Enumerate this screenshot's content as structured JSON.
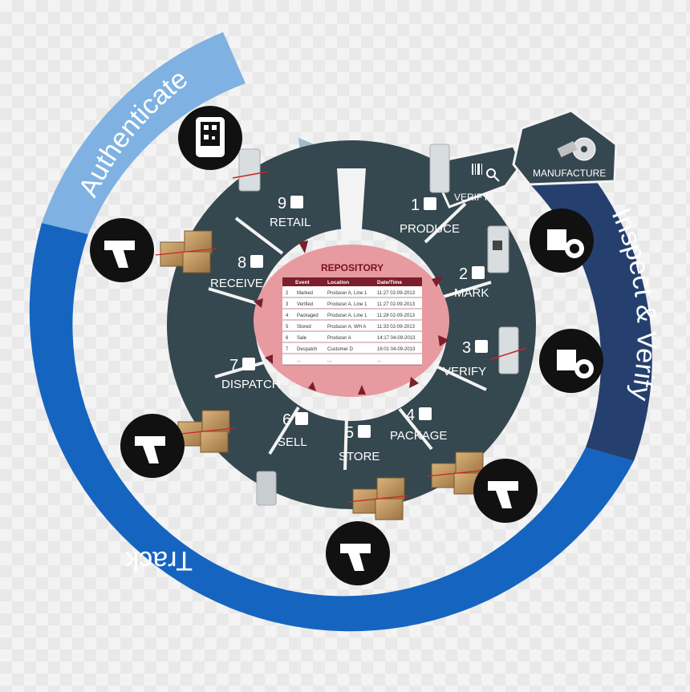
{
  "outer_ring": {
    "authenticate_label": "Authenticate",
    "inspect_label": "Inspect & Verify",
    "track_label": "Track",
    "colors": {
      "authenticate": "#7fb2e2",
      "inspect": "#25406f",
      "track": "#1565c0",
      "segment": "#35474f",
      "repository": "#e79aa0",
      "arrow": "#7a1f2b",
      "flow_ring": "#9fbcca"
    }
  },
  "segments": [
    {
      "num": "1",
      "label": "PRODUCE",
      "icon": "factory-icon"
    },
    {
      "num": "2",
      "label": "MARK",
      "icon": "barcode-icon"
    },
    {
      "num": "3",
      "label": "VERIFY",
      "icon": "barcode-magnifier-icon"
    },
    {
      "num": "4",
      "label": "PACKAGE",
      "icon": "package-icon"
    },
    {
      "num": "5",
      "label": "STORE",
      "icon": "warehouse-icon"
    },
    {
      "num": "6",
      "label": "SELL",
      "icon": "handshake-icon"
    },
    {
      "num": "7",
      "label": "DISPATCH",
      "icon": "truck-icon"
    },
    {
      "num": "8",
      "label": "RECEIVE",
      "icon": "warehouse-icon"
    },
    {
      "num": "9",
      "label": "RETAIL",
      "icon": "cart-icon"
    }
  ],
  "banners": {
    "verify_label": "VERIFY",
    "manufacture_label": "MANUFACTURE"
  },
  "repository": {
    "title": "REPOSITORY",
    "columns": [
      "Event",
      "Location",
      "Date/Time"
    ],
    "rows": [
      [
        "2",
        "Marked",
        "Producer A, Line 1",
        "11:27 02-09-2013"
      ],
      [
        "3",
        "Verified",
        "Producer A, Line 1",
        "11:27 02-09-2013"
      ],
      [
        "4",
        "Packaged",
        "Producer A, Line 1",
        "11:28 02-09-2013"
      ],
      [
        "5",
        "Stored",
        "Producer A, WH A",
        "11:33 02-09-2013"
      ],
      [
        "6",
        "Sale",
        "Producer A",
        "14:17 04-09-2013"
      ],
      [
        "7",
        "Despatch",
        "Customer D",
        "16:01 04-09-2013"
      ],
      [
        "",
        "...",
        "...",
        "..."
      ]
    ]
  }
}
